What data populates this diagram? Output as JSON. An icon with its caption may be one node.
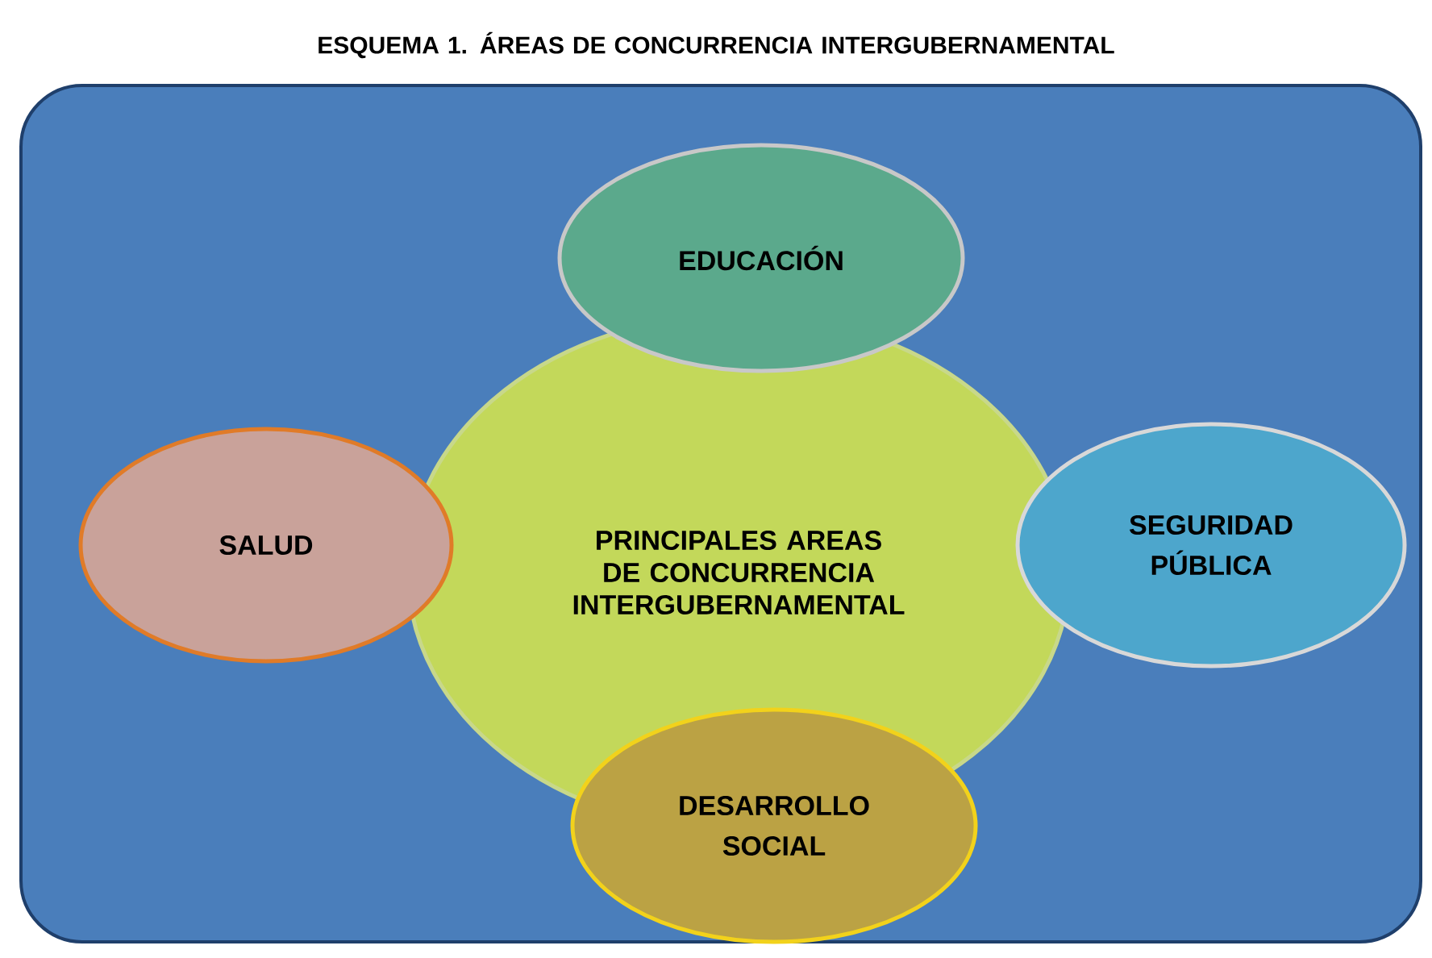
{
  "diagram": {
    "title": "ESQUEMA 1. ÁREAS DE CONCURRENCIA INTERGUBERNAMENTAL",
    "nodes": [
      {
        "text": [
          "EDUCACIÓN"
        ]
      },
      {
        "text": [
          "SALUD"
        ]
      },
      {
        "text": [
          "PRINCIPALES AREAS DE CONCURRENCIA INTERGUBERNAMENTAL"
        ]
      },
      {
        "text": [
          "SEGURIDAD PÚBLICA"
        ]
      },
      {
        "text": [
          "DESARROLLO SOCIAL"
        ]
      }
    ]
  }
}
